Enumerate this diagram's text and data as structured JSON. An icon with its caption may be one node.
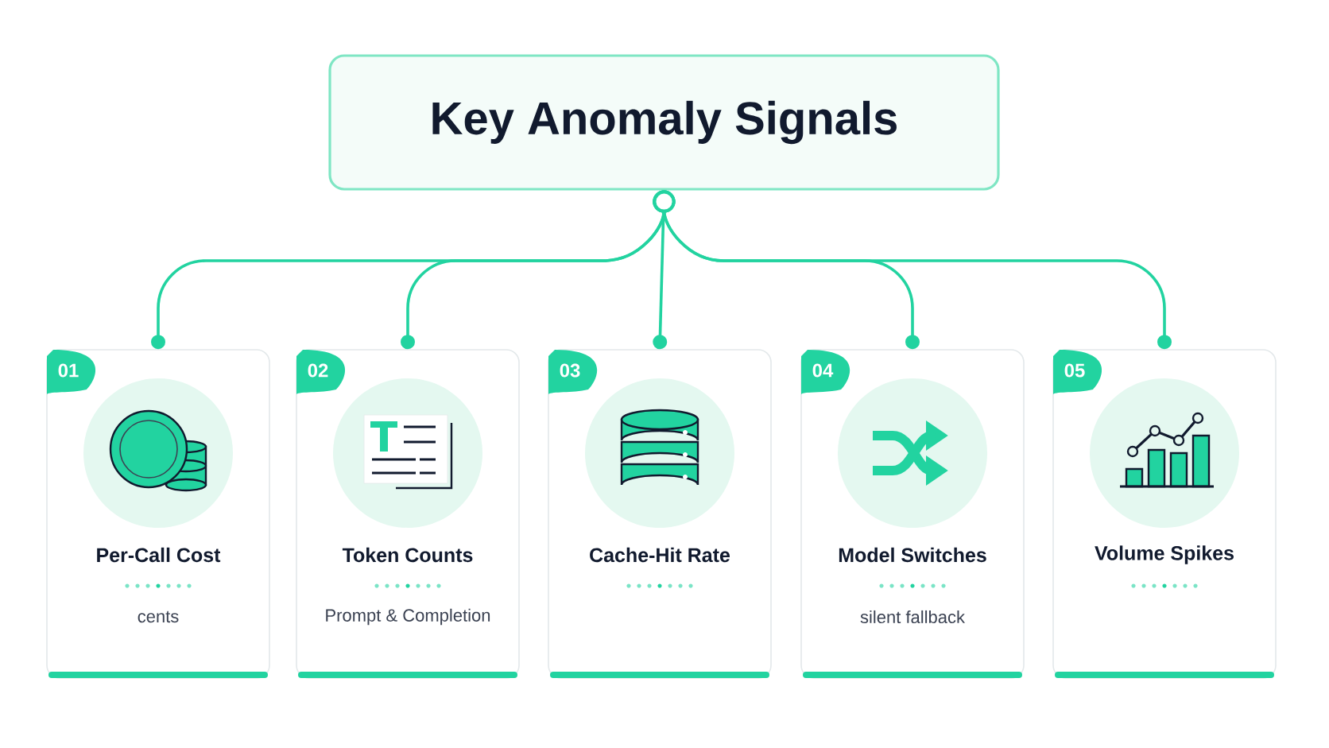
{
  "diagram": {
    "nodes": [
      {
        "text": [
          "Key Anomaly Signals"
        ]
      },
      {
        "text": [
          "01",
          "Per-Call Cost",
          "cents"
        ]
      },
      {
        "text": [
          "02",
          "Token Counts",
          "Prompt & Completion"
        ]
      },
      {
        "text": [
          "03",
          "Cache-Hit Rate"
        ]
      },
      {
        "text": [
          "04",
          "Model Switches",
          "silent fallback"
        ]
      },
      {
        "text": [
          "05",
          "Volume Spikes"
        ]
      }
    ],
    "edges": [
      {
        "from": 0,
        "to": 1,
        "arrow": "other"
      },
      {
        "from": 0,
        "to": 2,
        "arrow": "other"
      },
      {
        "from": 0,
        "to": 3,
        "arrow": "other"
      },
      {
        "from": 0,
        "to": 4,
        "arrow": "other"
      },
      {
        "from": 0,
        "to": 5,
        "arrow": "other"
      }
    ]
  }
}
